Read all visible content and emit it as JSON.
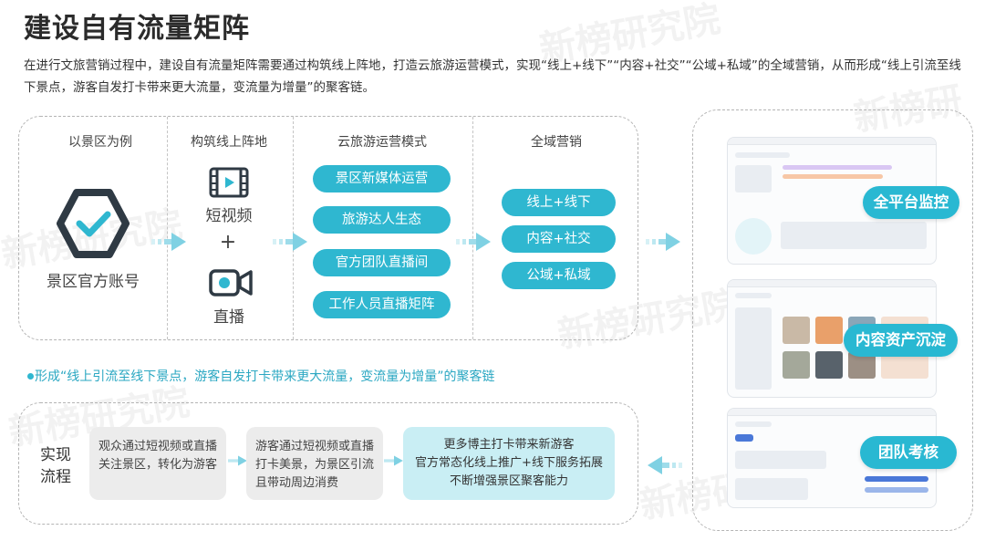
{
  "title": "建设自有流量矩阵",
  "intro": "在进行文旅营销过程中，建设自有流量矩阵需要通过构筑线上阵地，打造云旅游运营模式，实现“线上+线下”“内容+社交”“公域+私域”的全域营销，从而形成“线上引流至线下景点，游客自发打卡带来更大流量，变流量为增量”的聚客链。",
  "columns": {
    "example": {
      "head": "以景区为例",
      "label": "景区官方账号"
    },
    "base": {
      "head": "构筑线上阵地",
      "video": "短视频",
      "plus": "+",
      "live": "直播"
    },
    "cloud": {
      "head": "云旅游运营模式",
      "items": [
        "景区新媒体运营",
        "旅游达人生态",
        "官方团队直播间",
        "工作人员直播矩阵"
      ]
    },
    "marketing": {
      "head": "全域营销",
      "items": [
        "线上+线下",
        "内容+社交",
        "公域+私域"
      ]
    }
  },
  "bullet": "形成“线上引流至线下景点，游客自发打卡带来更大流量，变流量为增量”的聚客链",
  "flow": {
    "label": "实现\n流程",
    "steps": [
      "观众通过短视频或直播关注景区，转化为游客",
      "游客通过短视频或直播打卡美景，为景区引流且带动周边消费",
      "更多博主打卡带来新游客\n官方常态化线上推广+线下服务拓展\n不断增强景区聚客能力"
    ]
  },
  "screens": [
    "全平台监控",
    "内容资产沉淀",
    "团队考核"
  ],
  "watermark": "新榜研究院",
  "colors": {
    "accent": "#2fb7d0",
    "arrow": "#8fd7e5"
  }
}
